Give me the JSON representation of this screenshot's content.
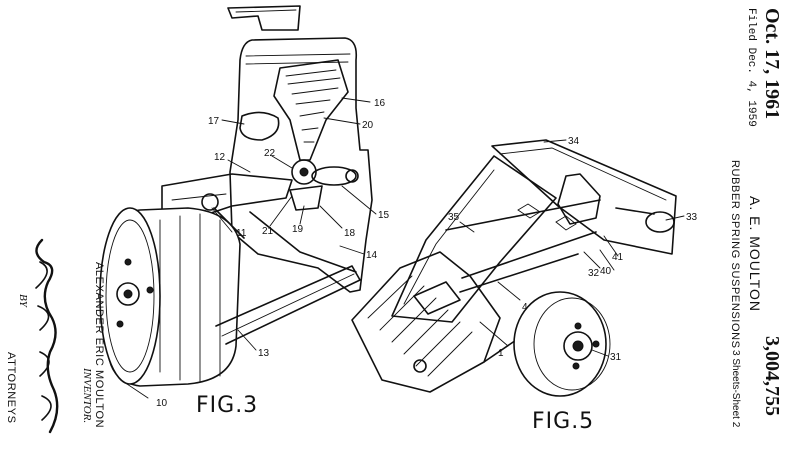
{
  "header": {
    "date": "Oct. 17, 1961",
    "filed": "Filed Dec. 4, 1959",
    "author": "A. E. MOULTON",
    "title": "RUBBER SPRING SUSPENSIONS",
    "patent_number": "3,004,755",
    "sheets": "3 Sheets-Sheet 2"
  },
  "signature_block": {
    "inventor_name": "ALEXANDER ERIC MOULTON",
    "inventor_role": "INVENTOR.",
    "by": "BY",
    "attorneys": "ATTORNEYS"
  },
  "figures": {
    "fig3": {
      "label": "FIG.3",
      "refs": [
        "10",
        "11",
        "12",
        "13",
        "14",
        "15",
        "16",
        "17",
        "18",
        "19",
        "20",
        "21",
        "22"
      ]
    },
    "fig5": {
      "label": "FIG.5",
      "refs": [
        "1",
        "4",
        "31",
        "32",
        "33",
        "34",
        "35",
        "40",
        "41"
      ]
    }
  }
}
